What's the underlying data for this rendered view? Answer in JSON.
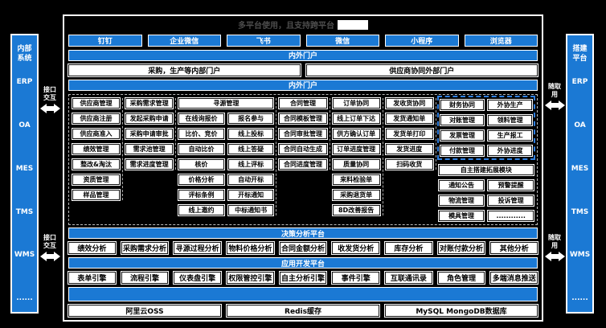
{
  "title": {
    "text": "多平台使用，且支持跨平台"
  },
  "sidebars": {
    "left": {
      "title": "内部系统",
      "items": [
        "ERP",
        "OA",
        "MES",
        "TMS",
        "WMS",
        "......"
      ]
    },
    "right": {
      "title": "搭建平台",
      "items": [
        "ERP",
        "OA",
        "MES",
        "TMS",
        "WMS",
        "......"
      ]
    }
  },
  "connectors": {
    "left_label": "接口交互",
    "right_label": "随取用"
  },
  "apps": {
    "items": [
      "钉钉",
      "企业微信",
      "飞书",
      "微信",
      "小程序",
      "浏览器"
    ]
  },
  "bands": {
    "portal_top": "内外门户",
    "portal_inner": "内外门户",
    "decision": "决策分析平台",
    "appdev": "应用开发平台"
  },
  "portals": {
    "items": [
      "采购，生产等内部门户",
      "供应商协同外部门户"
    ]
  },
  "modules": {
    "groups": [
      {
        "key": "supplier",
        "header": "供应商管理",
        "items": [
          "供应商注册",
          "供应商准入",
          "绩效管理",
          "整改&淘汰",
          "资质管理",
          "样品管理"
        ]
      },
      {
        "key": "demand",
        "header": "采购需求管理",
        "items": [
          "发起采购申请",
          "采购申请审批",
          "需求池管理",
          "需求进度管理"
        ]
      },
      {
        "key": "sourcing",
        "header": "寻源管理",
        "cols": 2,
        "pairs": [
          [
            "在线询报价",
            "报名参与"
          ],
          [
            "比价、竞价",
            "线上投标"
          ],
          [
            "自动比价",
            "线上答疑"
          ],
          [
            "核价",
            "线上评标"
          ],
          [
            "价格分析",
            "自动开标"
          ],
          [
            "评标条例",
            "开标通知"
          ],
          [
            "线上邀约",
            "中标通知书"
          ]
        ]
      },
      {
        "key": "contract",
        "header": "合同管理",
        "items": [
          "合同模板管理",
          "合同审批管理",
          "合同自动生成",
          "合同进度管理"
        ]
      },
      {
        "key": "order",
        "header": "订单协同",
        "items": [
          "线上订单下达",
          "供方确认订单",
          "订单进度管理",
          "质量协同",
          "来料检验单",
          "采购退货单",
          "8D改善报告"
        ]
      },
      {
        "key": "shipping",
        "header": "发收货协同",
        "items": [
          "发货通知单",
          "发货单打印",
          "发货进度",
          "扫码收货"
        ]
      },
      {
        "key": "finance-outsourcing",
        "type": "dual",
        "headers": [
          "财务协同",
          "外协生产"
        ],
        "boxed_pairs": [
          [
            "对账管理",
            "领料管理"
          ],
          [
            "发票管理",
            "生产报工"
          ],
          [
            "付款管理",
            "外协进度"
          ]
        ],
        "extension_header": "自主搭建拓展模块",
        "extension_pairs": [
          [
            "通知公告",
            "预警提醒"
          ],
          [
            "物流管理",
            "投诉管理"
          ],
          [
            "模具管理",
            "............"
          ]
        ]
      }
    ]
  },
  "decision": {
    "items": [
      "绩效分析",
      "采购需求分析",
      "寻源过程分析",
      "物料价格分析",
      "合同金额分析",
      "收发货分析",
      "库存分析",
      "对账付款分析",
      "其他分析"
    ]
  },
  "appdev": {
    "items": [
      "表单引擎",
      "流程引擎",
      "仪表盘引擎",
      "权限管控引擎",
      "自主分析引擎",
      "事件引擎",
      "互联通讯录",
      "角色管理",
      "多端消息推送"
    ]
  },
  "infrastructure": {
    "items": [
      "阿里云OSS",
      "Redis缓存",
      "MySQL MongoDB数据库"
    ]
  },
  "colors": {
    "accent": "#1b79d4"
  }
}
